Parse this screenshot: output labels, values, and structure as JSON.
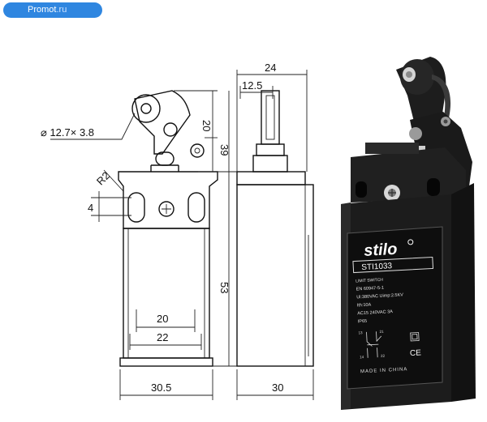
{
  "badge": {
    "site": "Promot",
    "tld": ".ru"
  },
  "dimensions": {
    "roller": "⌀ 12.7× 3.8",
    "r2": "R2",
    "hole": "4",
    "d20_top": "20",
    "d39": "39",
    "d53": "53",
    "d20_inner": "20",
    "d22": "22",
    "d30_5": "30.5",
    "d24": "24",
    "d12_5": "12.5",
    "d30": "30"
  },
  "product": {
    "brand": "stilo",
    "model": "STI1033",
    "label_lines": [
      "LIMIT SWITCH",
      "EN 60947-5-1",
      "Ui:380VAC Uimp:2.5KV",
      "Ith:10A",
      "AC15 240VAC 3A",
      "IP65"
    ],
    "contacts": [
      "13",
      "14",
      "21",
      "22"
    ],
    "ce": "CE",
    "origin": "MADE IN CHINA"
  }
}
